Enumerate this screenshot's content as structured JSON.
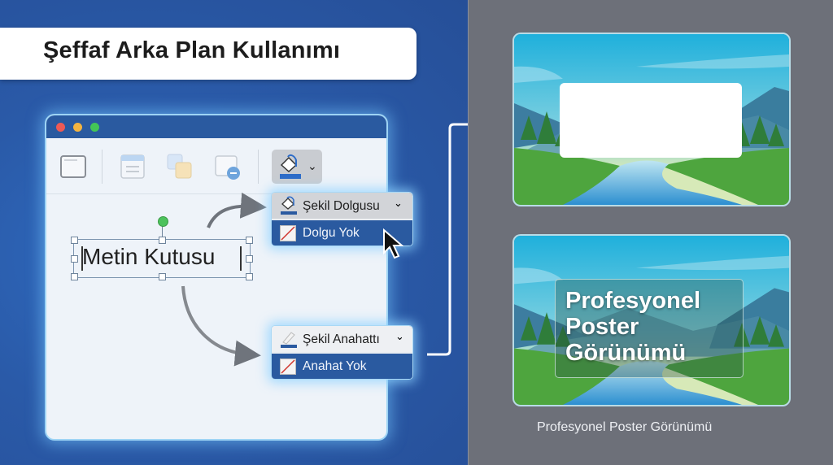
{
  "title": "Şeffaf Arka Plan Kullanımı",
  "app_window": {
    "traffic_lights": {
      "close": "#ee5a55",
      "minimize": "#f4b440",
      "maximize": "#43c656"
    },
    "toolbar": {
      "icons": [
        "text-box-icon",
        "list-layout-icon",
        "arrange-layers-icon",
        "remove-icon",
        "shape-fill-icon"
      ],
      "fill_accent": "#2d6cc8"
    },
    "text_box": {
      "text": "Metin Kutusu"
    }
  },
  "menus": {
    "shape_fill": {
      "header": "Şekil Dolgusu",
      "chevron": "⌄",
      "option": "Dolgu Yok"
    },
    "shape_outline": {
      "header": "Şekil Anahattı",
      "chevron": "⌄",
      "option": "Anahat Yok"
    }
  },
  "previews": {
    "before": {
      "label": ""
    },
    "after": {
      "overlay_lines": [
        "Profesyonel",
        "Poster",
        "Görünümü"
      ],
      "caption": "Profesyonel Poster Görünümü"
    }
  },
  "colors": {
    "left_bg": "#2a5aa8",
    "right_bg": "#6d7079",
    "menu_selected": "#2a5aa0"
  }
}
